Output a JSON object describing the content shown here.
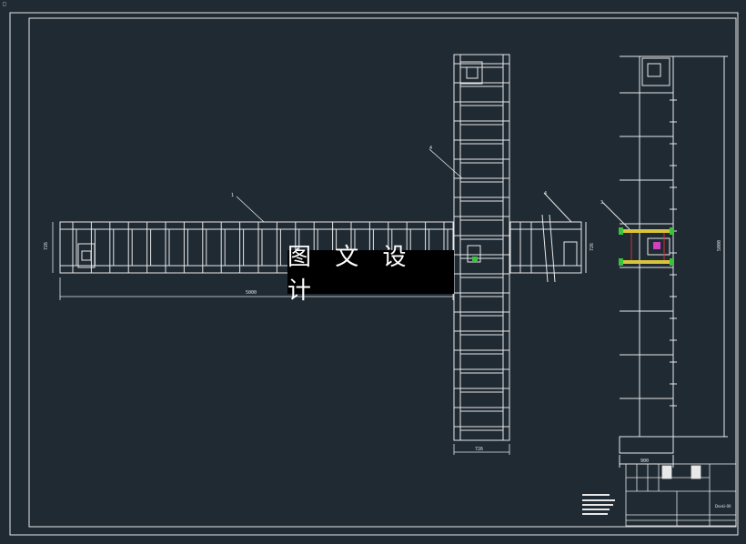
{
  "watermark": "图 文 设 计",
  "corner_mark": "□",
  "dimensions": {
    "left_height": "726",
    "left_length": "5000",
    "center_width": "726",
    "right_height": "726",
    "side_height": "5000",
    "side_width": "900"
  },
  "balloons": [
    "1",
    "4",
    "4",
    "3"
  ],
  "title_block": {
    "drawing_no": "Deski-00"
  },
  "colors": {
    "background": "#1f2a33",
    "lines": "#e8e8e8",
    "accent_yellow": "#d9c43a",
    "accent_green": "#3cc23c",
    "accent_magenta": "#d040c0",
    "accent_red": "#d03030"
  }
}
